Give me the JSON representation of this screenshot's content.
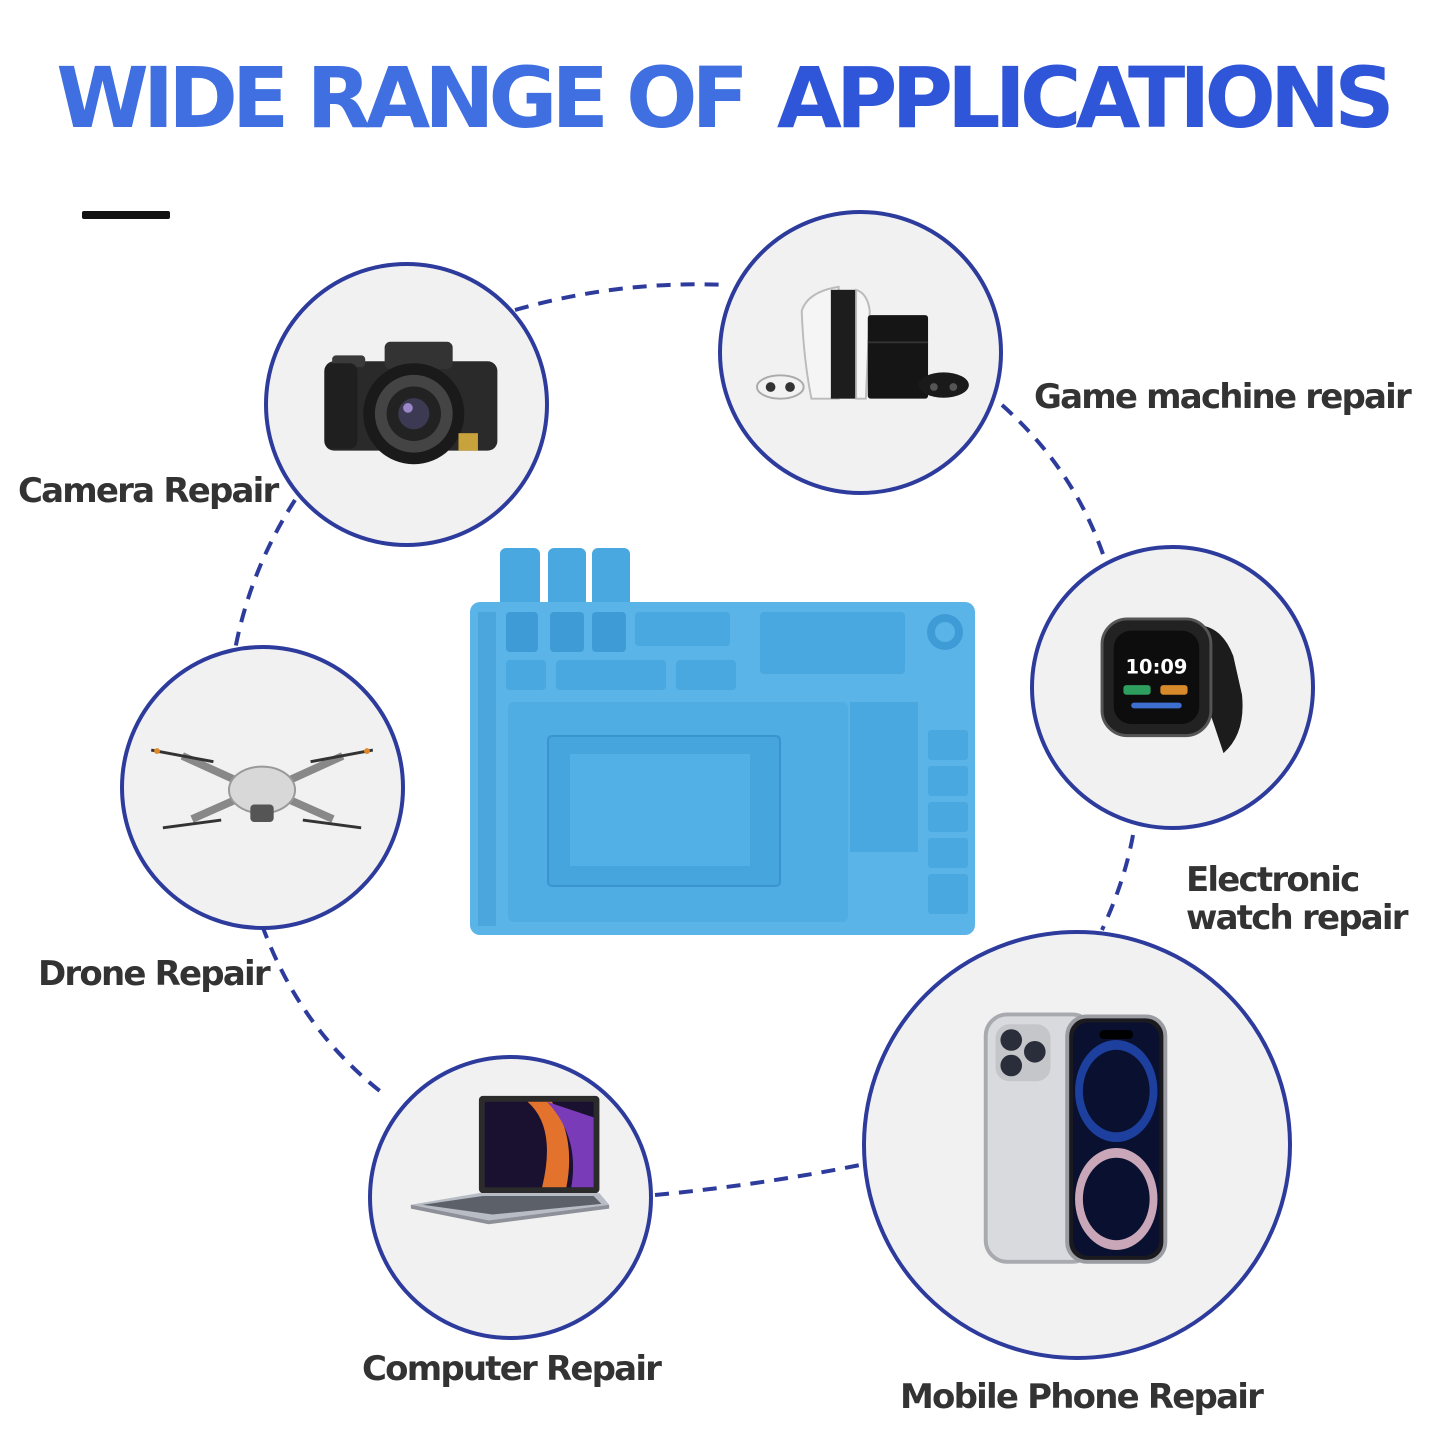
{
  "header": {
    "title_part1": "WIDE RANGE OF",
    "title_part2": "APPLICATIONS"
  },
  "colors": {
    "title_blue": "#3f6fe0",
    "ring_navy": "#2d3b9c",
    "mat_blue": "#5ab4e8",
    "label_gray": "#333333"
  },
  "applications": [
    {
      "label": "Camera Repair",
      "icon": "camera-icon"
    },
    {
      "label": "Game machine repair",
      "icon": "game-console-icon"
    },
    {
      "label_line1": "Electronic",
      "label_line2": "watch repair",
      "icon": "smartwatch-icon"
    },
    {
      "label": "Drone Repair",
      "icon": "drone-icon"
    },
    {
      "label": "Computer Repair",
      "icon": "laptop-icon"
    },
    {
      "label": "Mobile Phone Repair",
      "icon": "smartphone-icon"
    }
  ],
  "center_product": {
    "icon": "silicone-repair-mat-icon"
  }
}
